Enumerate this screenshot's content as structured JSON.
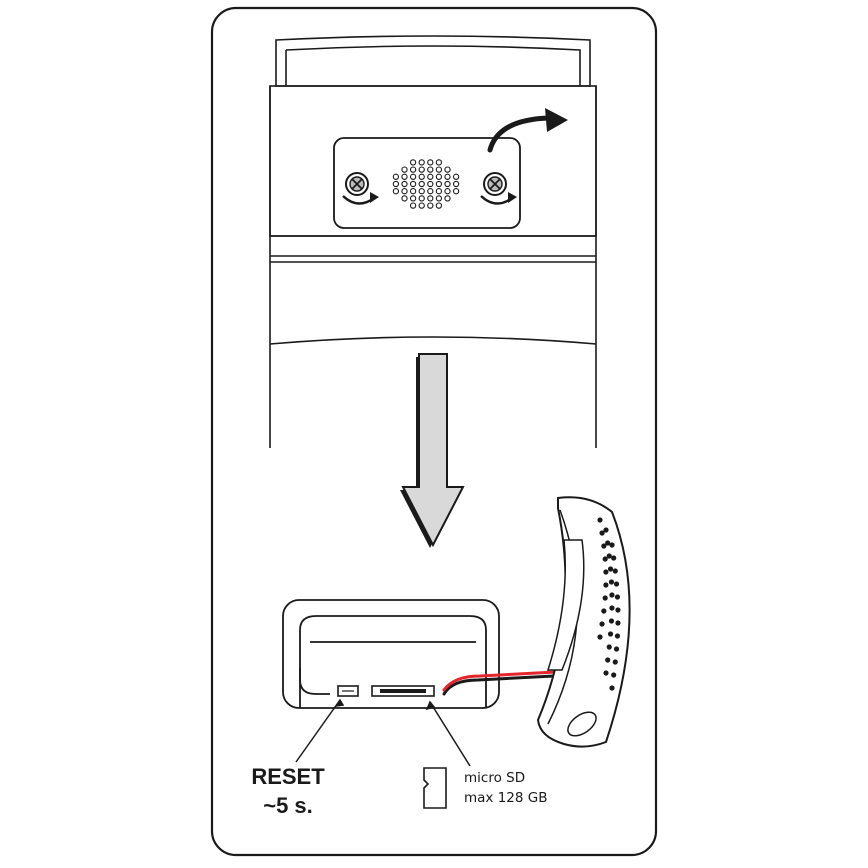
{
  "labels": {
    "reset": [
      "RESET",
      "~5 s."
    ],
    "microsd": [
      "micro SD",
      "max 128 GB"
    ]
  },
  "icons": [
    "screw-icon",
    "screw-icon",
    "speaker-grille-icon",
    "arrow-down-icon",
    "curved-arrow-icon",
    "microsd-card-icon",
    "reset-button-icon"
  ],
  "colors": {
    "outline": "#1a1a1a",
    "arrow_fill": "#d9d9d9",
    "wire_red": "#e4262c"
  }
}
